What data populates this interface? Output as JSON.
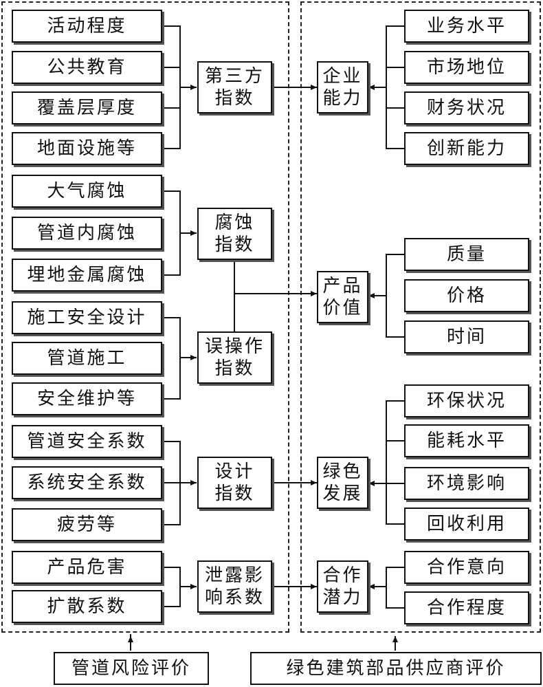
{
  "left_group": {
    "leaves": [
      "活动程度",
      "公共教育",
      "覆盖层厚度",
      "地面设施等",
      "大气腐蚀",
      "管道内腐蚀",
      "埋地金属腐蚀",
      "施工安全设计",
      "管道施工",
      "安全维护等",
      "管道安全系数",
      "系统安全系数",
      "疲劳等",
      "产品危害",
      "扩散系数"
    ],
    "indices": [
      "第三方\n指数",
      "腐蚀\n指数",
      "误操作\n指数",
      "设计\n指数",
      "泄露影\n响系数"
    ]
  },
  "right_group": {
    "categories": [
      "企业\n能力",
      "产品\n价值",
      "绿色\n发展",
      "合作\n潜力"
    ],
    "leaves": [
      "业务水平",
      "市场地位",
      "财务状况",
      "创新能力",
      "质量",
      "价格",
      "时间",
      "环保状况",
      "能耗水平",
      "环境影响",
      "回收利用",
      "合作意向",
      "合作程度"
    ]
  },
  "footer": {
    "left_title": "管道风险评价",
    "right_title": "绿色建筑部品供应商评价"
  }
}
